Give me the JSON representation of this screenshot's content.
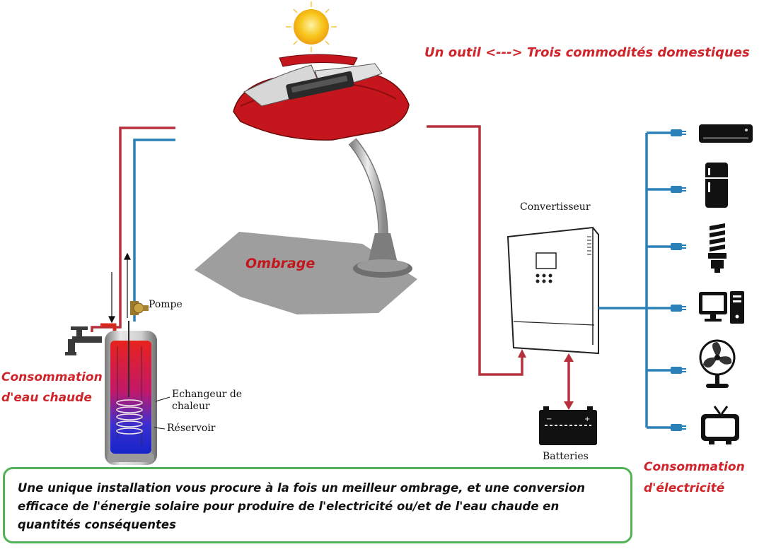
{
  "header": {
    "tagline": "Un outil <---> Trois commodités domestiques"
  },
  "labels": {
    "ombrage": "Ombrage",
    "pompe": "Pompe",
    "echangeur": "Echangeur de chaleur",
    "reservoir": "Réservoir",
    "convertisseur": "Convertisseur",
    "batteries": "Batteries",
    "consommation_eau": "Consommation d'eau chaude",
    "consommation_elec": "Consommation d'électricité"
  },
  "summary": {
    "text": "Une unique installation vous procure à la fois un meilleur ombrage, et une conversion efficace de l'énergie solaire pour produire de l'electricité ou/et de l'eau chaude en quantités conséquentes"
  },
  "appliances": [
    "air-conditioner-icon",
    "refrigerator-icon",
    "lightbulb-icon",
    "computer-icon",
    "fan-icon",
    "tv-icon"
  ],
  "colors": {
    "hot_pipe": "#b5303c",
    "cold_pipe": "#2a80b9",
    "accent_red": "#d0242b",
    "box_green": "#52b356",
    "sun": "#f7c51a",
    "collector": "#c4161c"
  }
}
